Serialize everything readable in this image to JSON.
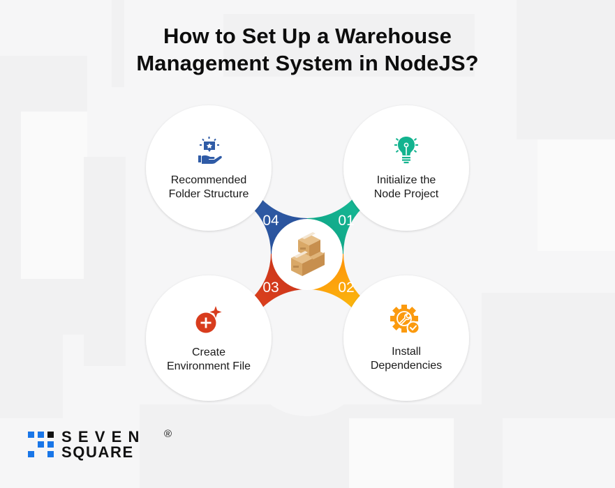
{
  "title": {
    "line1": "How to Set Up a Warehouse",
    "line2": "Management System in NodeJS?"
  },
  "center": {
    "icon": "cardboard-boxes-icon"
  },
  "steps": [
    {
      "number": "01",
      "line1": "Initialize the",
      "line2": "Node Project",
      "icon": "lightbulb-icon",
      "color": "#13b38f",
      "position": "top-right"
    },
    {
      "number": "02",
      "line1": "Install",
      "line2": "Dependencies",
      "icon": "gear-wrench-check-icon",
      "color": "#fb9a0e",
      "position": "bottom-right"
    },
    {
      "number": "03",
      "line1": "Create",
      "line2": "Environment File",
      "icon": "add-sparkle-icon",
      "color": "#d83c1d",
      "position": "bottom-left"
    },
    {
      "number": "04",
      "line1": "Recommended",
      "line2": "Folder Structure",
      "icon": "hand-star-icon",
      "color": "#2f5ba6",
      "position": "top-left"
    }
  ],
  "logo": {
    "line1": "SEVEN",
    "line2": "SQUARE",
    "registered": "®",
    "accent": "#1976e8"
  }
}
